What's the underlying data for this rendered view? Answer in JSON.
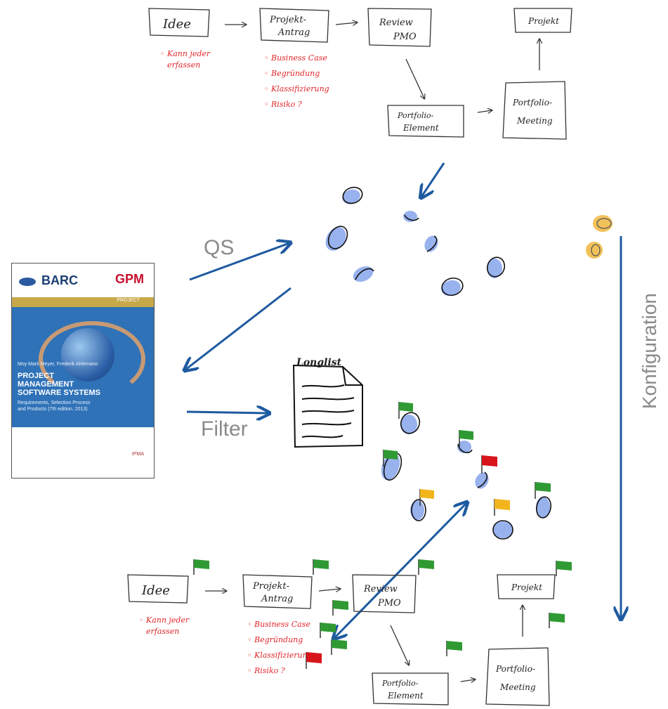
{
  "labels": {
    "qs": "QS",
    "filter": "Filter",
    "konfiguration": "Konfiguration"
  },
  "process": {
    "idee": "Idee",
    "projekt_antrag_1": "Projekt-",
    "projekt_antrag_2": "Antrag",
    "review_1": "Review",
    "review_2": "PMO",
    "projekt": "Projekt",
    "portfolio_element_1": "Portfolio-",
    "portfolio_element_2": "Element",
    "portfolio_meeting_1": "Portfolio-",
    "portfolio_meeting_2": "Meeting",
    "note_idee_1": "◦ Kann jeder",
    "note_idee_2": "erfassen",
    "note_antrag": [
      "◦ Business Case",
      "◦ Begründung",
      "◦ Klassifizierung",
      "◦ Risiko ?"
    ]
  },
  "longlist": "Longlist",
  "book": {
    "logo_left": "BARC",
    "logo_right": "GPM",
    "authors": "Moy Mark Meyer, Frederik Ahlemann",
    "title_1": "PROJECT",
    "title_2": "MANAGEMENT",
    "title_3": "SOFTWARE SYSTEMS",
    "subtitle_1": "Requirements, Selection Process",
    "subtitle_2": "and Products (7th edition, 2013)",
    "footer": "IPMA",
    "band": "PROJECT"
  },
  "colors": {
    "arrow": "#1e5aa0",
    "blob": "#98b2ee",
    "orange_blob": "#f2c25a",
    "flag_green": "#2f9a33",
    "flag_yellow": "#f2b51c",
    "flag_red": "#d8141b",
    "ink": "#222222",
    "red_ink": "#e0262b",
    "big_text": "#8a8a8a"
  }
}
